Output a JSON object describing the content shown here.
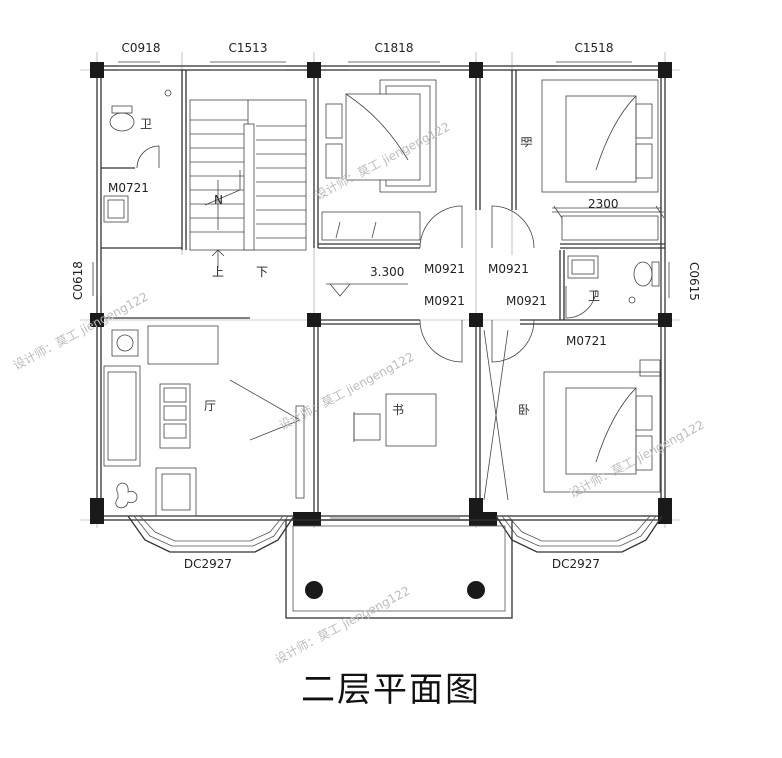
{
  "title": "二层平面图",
  "windows": {
    "w_c0918": "C0918",
    "w_c1513": "C1513",
    "w_c1818": "C1818",
    "w_c1518": "C1518",
    "w_c0618": "C0618",
    "w_c0615": "C0615",
    "bay_left": "DC2927",
    "bay_right": "DC2927"
  },
  "doors": {
    "m0721_toilet": "M0721",
    "m0921_a": "M0921",
    "m0921_b": "M0921",
    "m0921_c": "M0921",
    "m0921_d": "M0921",
    "m0721_bath": "M0721"
  },
  "dimensions": {
    "elevation": "3.300",
    "bedroom_width": "2300"
  },
  "stairs": {
    "up": "上",
    "down": "下",
    "north": "N"
  },
  "rooms": {
    "toilet_left": "卫",
    "bedroom_ne": "卧",
    "bath_right": "卫",
    "family_room": "厅",
    "study": "书",
    "bedroom_se": "卧"
  },
  "watermark": {
    "text": "设计师：莫工 jiengeng122"
  }
}
